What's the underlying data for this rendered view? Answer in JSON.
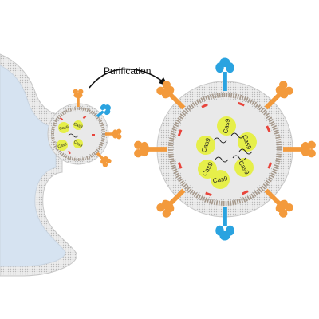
{
  "arrow_label": "Purification",
  "protein_label": "Cas9",
  "colors": {
    "membrane_outer": "#d9d9d9",
    "membrane_inner": "#f2f2f2",
    "cell_interior": "#d6e3f1",
    "lumen": "#e8e8e8",
    "inner_leaflet": "#a79a8d",
    "cas9": "#e6ef4a",
    "orange_protein": "#f39a3c",
    "blue_protein": "#2aa3e0",
    "red_mark": "#e8453c",
    "arrow": "#111111"
  },
  "icons": {
    "arrow": "curved-arrow-right",
    "orange_protein": "glycoprotein-spike",
    "blue_protein": "receptor-spike"
  }
}
